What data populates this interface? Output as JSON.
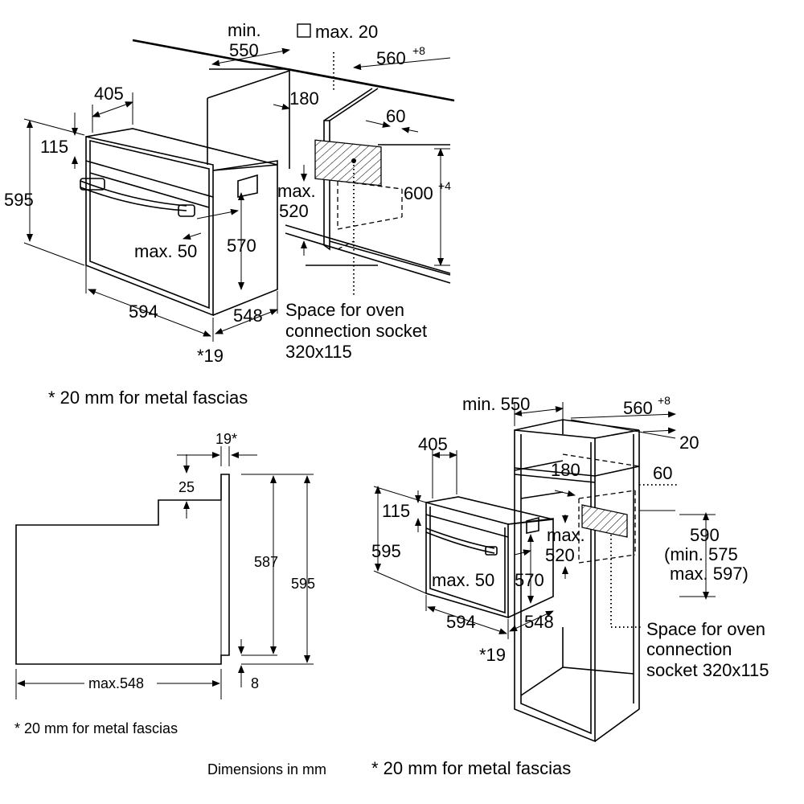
{
  "top_diagram": {
    "min_label": "min.",
    "min_value": "550",
    "max20": "max. 20",
    "niche_width": "560",
    "niche_width_tol": "+8",
    "oven_depth_top": "405",
    "dim_180": "180",
    "dim_60": "60",
    "dim_115": "115",
    "dim_595": "595",
    "max_label": "max.",
    "max_520": "520",
    "niche_height": "600",
    "niche_height_tol": "+4",
    "max50": "max. 50",
    "dim_570": "570",
    "width_594": "594",
    "depth_548": "548",
    "note_19": "*19",
    "socket_line1": "Space for oven",
    "socket_line2": "connection socket",
    "socket_line3": "320x115",
    "footnote": "* 20 mm for metal fascias"
  },
  "side_diagram": {
    "dim_19": "19*",
    "dim_25": "25",
    "dim_587": "587",
    "dim_595": "595",
    "max548": "max.548",
    "dim_8": "8",
    "footnote": "* 20 mm for metal fascias"
  },
  "tall_diagram": {
    "min550": "min. 550",
    "niche_width": "560",
    "niche_width_tol": "+8",
    "dim_20": "20",
    "dim_405": "405",
    "dim_180": "180",
    "dim_60": "60",
    "dim_115": "115",
    "max_label": "max.",
    "max_520": "520",
    "dim_590": "590",
    "min575": "(min. 575",
    "max597": "max. 597)",
    "dim_595": "595",
    "max50": "max. 50",
    "dim_570": "570",
    "width_594": "594",
    "depth_548": "548",
    "note_19": "*19",
    "socket_line1": "Space for oven",
    "socket_line2": "connection",
    "socket_line3": "socket 320x115",
    "footnote": "* 20 mm for metal fascias"
  },
  "units_note": "Dimensions in mm"
}
